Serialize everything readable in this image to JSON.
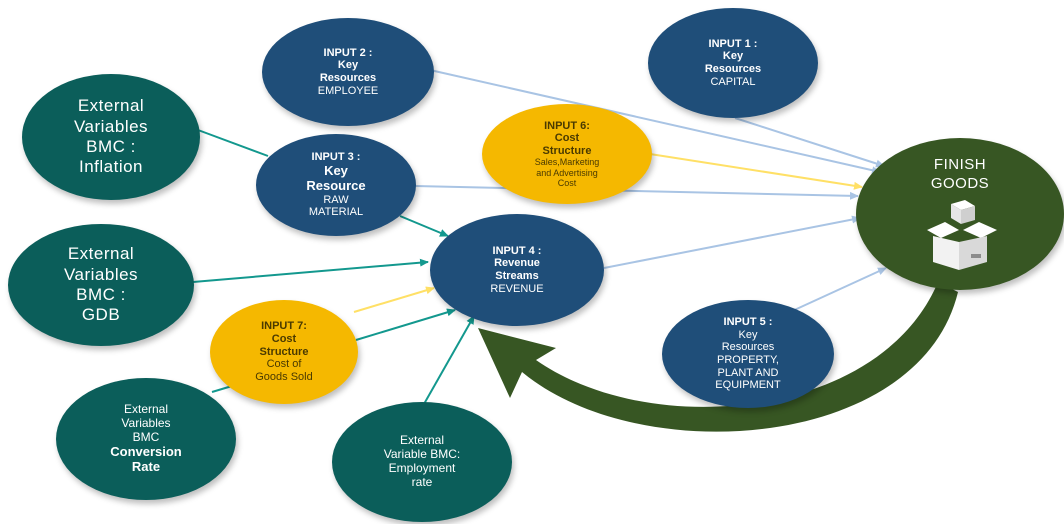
{
  "input1": {
    "title": "INPUT 1 :",
    "key": "Key",
    "resource": "Resources",
    "item": "CAPITAL"
  },
  "input2": {
    "title": "INPUT 2 :",
    "key": "Key",
    "resource": "Resources",
    "item": "EMPLOYEE"
  },
  "input3": {
    "title": "INPUT 3 :",
    "key": "Key",
    "resource": "Resource",
    "item1": "RAW",
    "item2": "MATERIAL"
  },
  "input4": {
    "title": "INPUT 4 :",
    "line1": "Revenue",
    "line2": "Streams",
    "item": "REVENUE"
  },
  "input5": {
    "title": "INPUT 5 :",
    "line1": "Key",
    "line2": "Resources",
    "line3": "PROPERTY,",
    "line4": "PLANT AND",
    "line5": "EQUIPMENT"
  },
  "input6": {
    "title": "INPUT 6:",
    "line1": "Cost",
    "line2": "Structure",
    "line3": "Sales,Marketing",
    "line4": "and Advertising",
    "line5": "Cost"
  },
  "input7": {
    "title": "INPUT 7:",
    "line1": "Cost",
    "line2": "Structure",
    "line3": "Cost of",
    "line4": "Goods Sold"
  },
  "ext_inflation": {
    "line1": "External",
    "line2": "Variables",
    "line3": "BMC :",
    "line4": "Inflation"
  },
  "ext_gdb": {
    "line1": "External",
    "line2": "Variables",
    "line3": "BMC :",
    "line4": "GDB"
  },
  "ext_conversion": {
    "line1": "External",
    "line2": "Variables",
    "line3": "BMC",
    "line4": "Conversion",
    "line5": "Rate"
  },
  "ext_employment": {
    "line1": "External",
    "line2": "Variable BMC:",
    "line3": "Employment",
    "line4": "rate"
  },
  "finish": {
    "line1": "FINISH",
    "line2": "GOODS",
    "icon": "open-box-icon"
  },
  "colors": {
    "blue": "#1f4e79",
    "teal": "#0b5e5a",
    "gold": "#f5b800",
    "green": "#375623",
    "connector_blue": "#a9c4e4",
    "connector_gold": "#ffe066",
    "connector_teal": "#13988e"
  }
}
